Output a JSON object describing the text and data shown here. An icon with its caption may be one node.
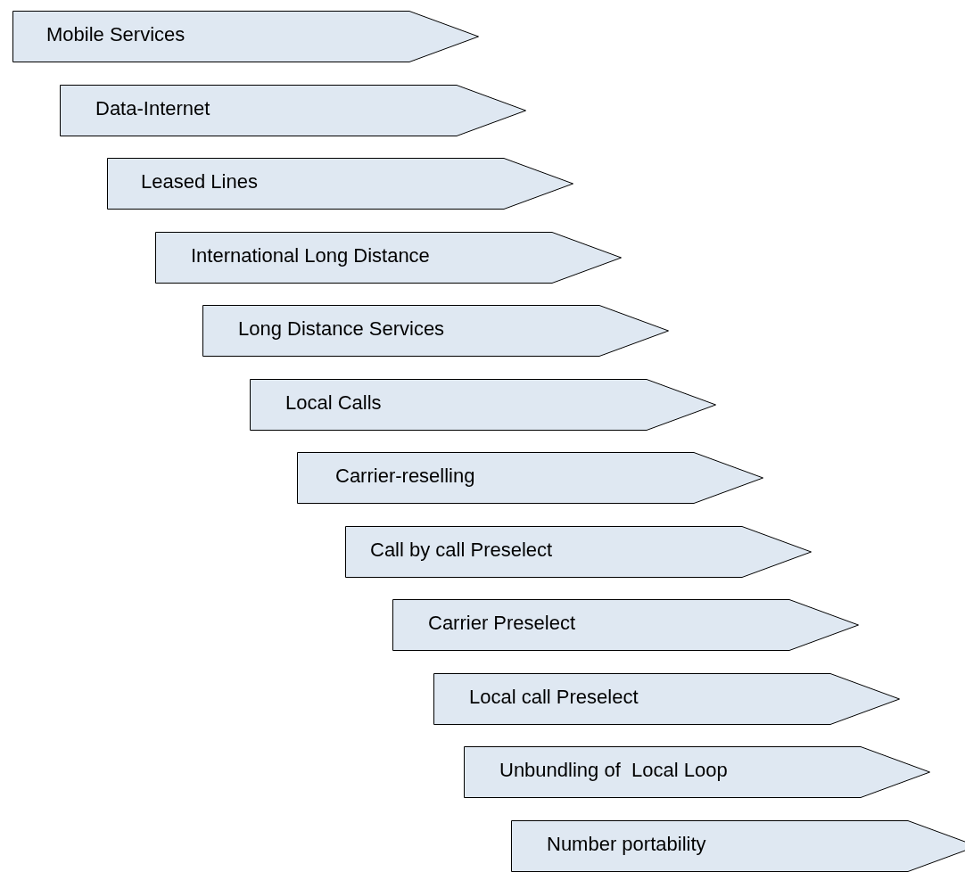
{
  "diagram": {
    "nodes": [
      {
        "text": [
          "Mobile Services"
        ]
      },
      {
        "text": [
          "Data-Internet"
        ]
      },
      {
        "text": [
          "Leased Lines"
        ]
      },
      {
        "text": [
          "International Long Distance"
        ]
      },
      {
        "text": [
          "Long Distance Services"
        ]
      },
      {
        "text": [
          "Local Calls"
        ]
      },
      {
        "text": [
          "Carrier-reselling"
        ]
      },
      {
        "text": [
          "Call by call Preselect"
        ]
      },
      {
        "text": [
          "Carrier Preselect"
        ]
      },
      {
        "text": [
          "Local call Preselect"
        ]
      },
      {
        "text": [
          "Unbundling of  Local Loop"
        ]
      },
      {
        "text": [
          "Number portability"
        ]
      }
    ]
  }
}
